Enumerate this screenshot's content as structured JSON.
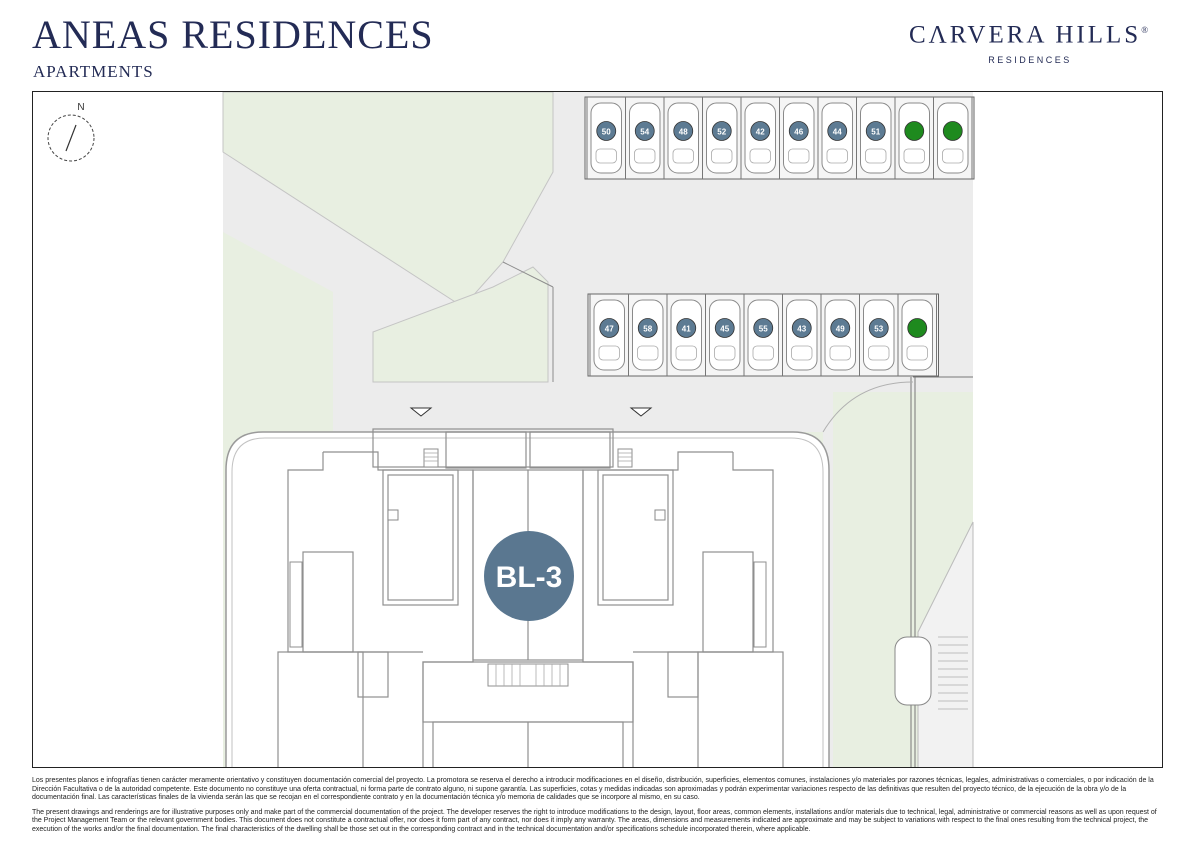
{
  "header": {
    "title": "ANEAS RESIDENCES",
    "subtitle": "APARTMENTS",
    "brand_name": "CΛRVERA HILLS",
    "brand_mark": "®",
    "brand_sub": "RESIDENCES"
  },
  "plan": {
    "compass_label": "N",
    "block_label": "BL-3",
    "parking_row_top": [
      {
        "label": "50",
        "status": "sold"
      },
      {
        "label": "54",
        "status": "sold"
      },
      {
        "label": "48",
        "status": "sold"
      },
      {
        "label": "52",
        "status": "sold"
      },
      {
        "label": "42",
        "status": "sold"
      },
      {
        "label": "46",
        "status": "sold"
      },
      {
        "label": "44",
        "status": "sold"
      },
      {
        "label": "51",
        "status": "sold"
      },
      {
        "label": "",
        "status": "available"
      },
      {
        "label": "",
        "status": "available"
      }
    ],
    "parking_row_bottom": [
      {
        "label": "47",
        "status": "sold"
      },
      {
        "label": "58",
        "status": "sold"
      },
      {
        "label": "41",
        "status": "sold"
      },
      {
        "label": "45",
        "status": "sold"
      },
      {
        "label": "55",
        "status": "sold"
      },
      {
        "label": "43",
        "status": "sold"
      },
      {
        "label": "49",
        "status": "sold"
      },
      {
        "label": "53",
        "status": "sold"
      },
      {
        "label": "",
        "status": "available"
      }
    ],
    "colors": {
      "sold": "#5d7b93",
      "available": "#1e8a1e",
      "block_badge": "#5a7790",
      "greenery": "#e8efe1",
      "paving": "#ececec",
      "building": "#ffffff",
      "lines": "#9a9a9a"
    }
  },
  "footer": {
    "es": "Los presentes planos e infografías tienen carácter meramente orientativo y constituyen documentación comercial del proyecto. La promotora se reserva el derecho a introducir modificaciones en el diseño, distribución, superficies, elementos comunes, instalaciones y/o materiales por razones técnicas, legales, administrativas o comerciales, o por indicación de la Dirección Facultativa o de la autoridad competente. Este documento no constituye una oferta contractual, ni forma parte de contrato alguno, ni supone garantía. Las superficies, cotas y medidas indicadas son aproximadas y podrán experimentar variaciones respecto de las definitivas que resulten del proyecto técnico, de la ejecución de la obra y/o de la documentación final. Las características finales de la vivienda serán las que se recojan en el correspondiente contrato y en la documentación técnica y/o memoria de calidades que se incorpore al mismo, en su caso.",
    "en": "The present drawings and renderings are for illustrative purposes only and make part of the commercial documentation of the project. The developer reserves the right to introduce modifications to the design, layout, floor areas, common elements, installations and/or materials due to technical, legal, administrative or commercial reasons as well as upon request of the Project Management Team or the relevant government bodies. This document does not constitute a contractual offer, nor does it form part of any contract, nor does it imply any warranty. The areas, dimensions and measurements indicated are approximate and may be subject to variations with respect to the final ones resulting from the technical project, the execution of the works and/or the final documentation. The final characteristics of the dwelling shall be those set out in the corresponding contract and in the technical documentation and/or specifications schedule incorporated therein, where applicable."
  }
}
